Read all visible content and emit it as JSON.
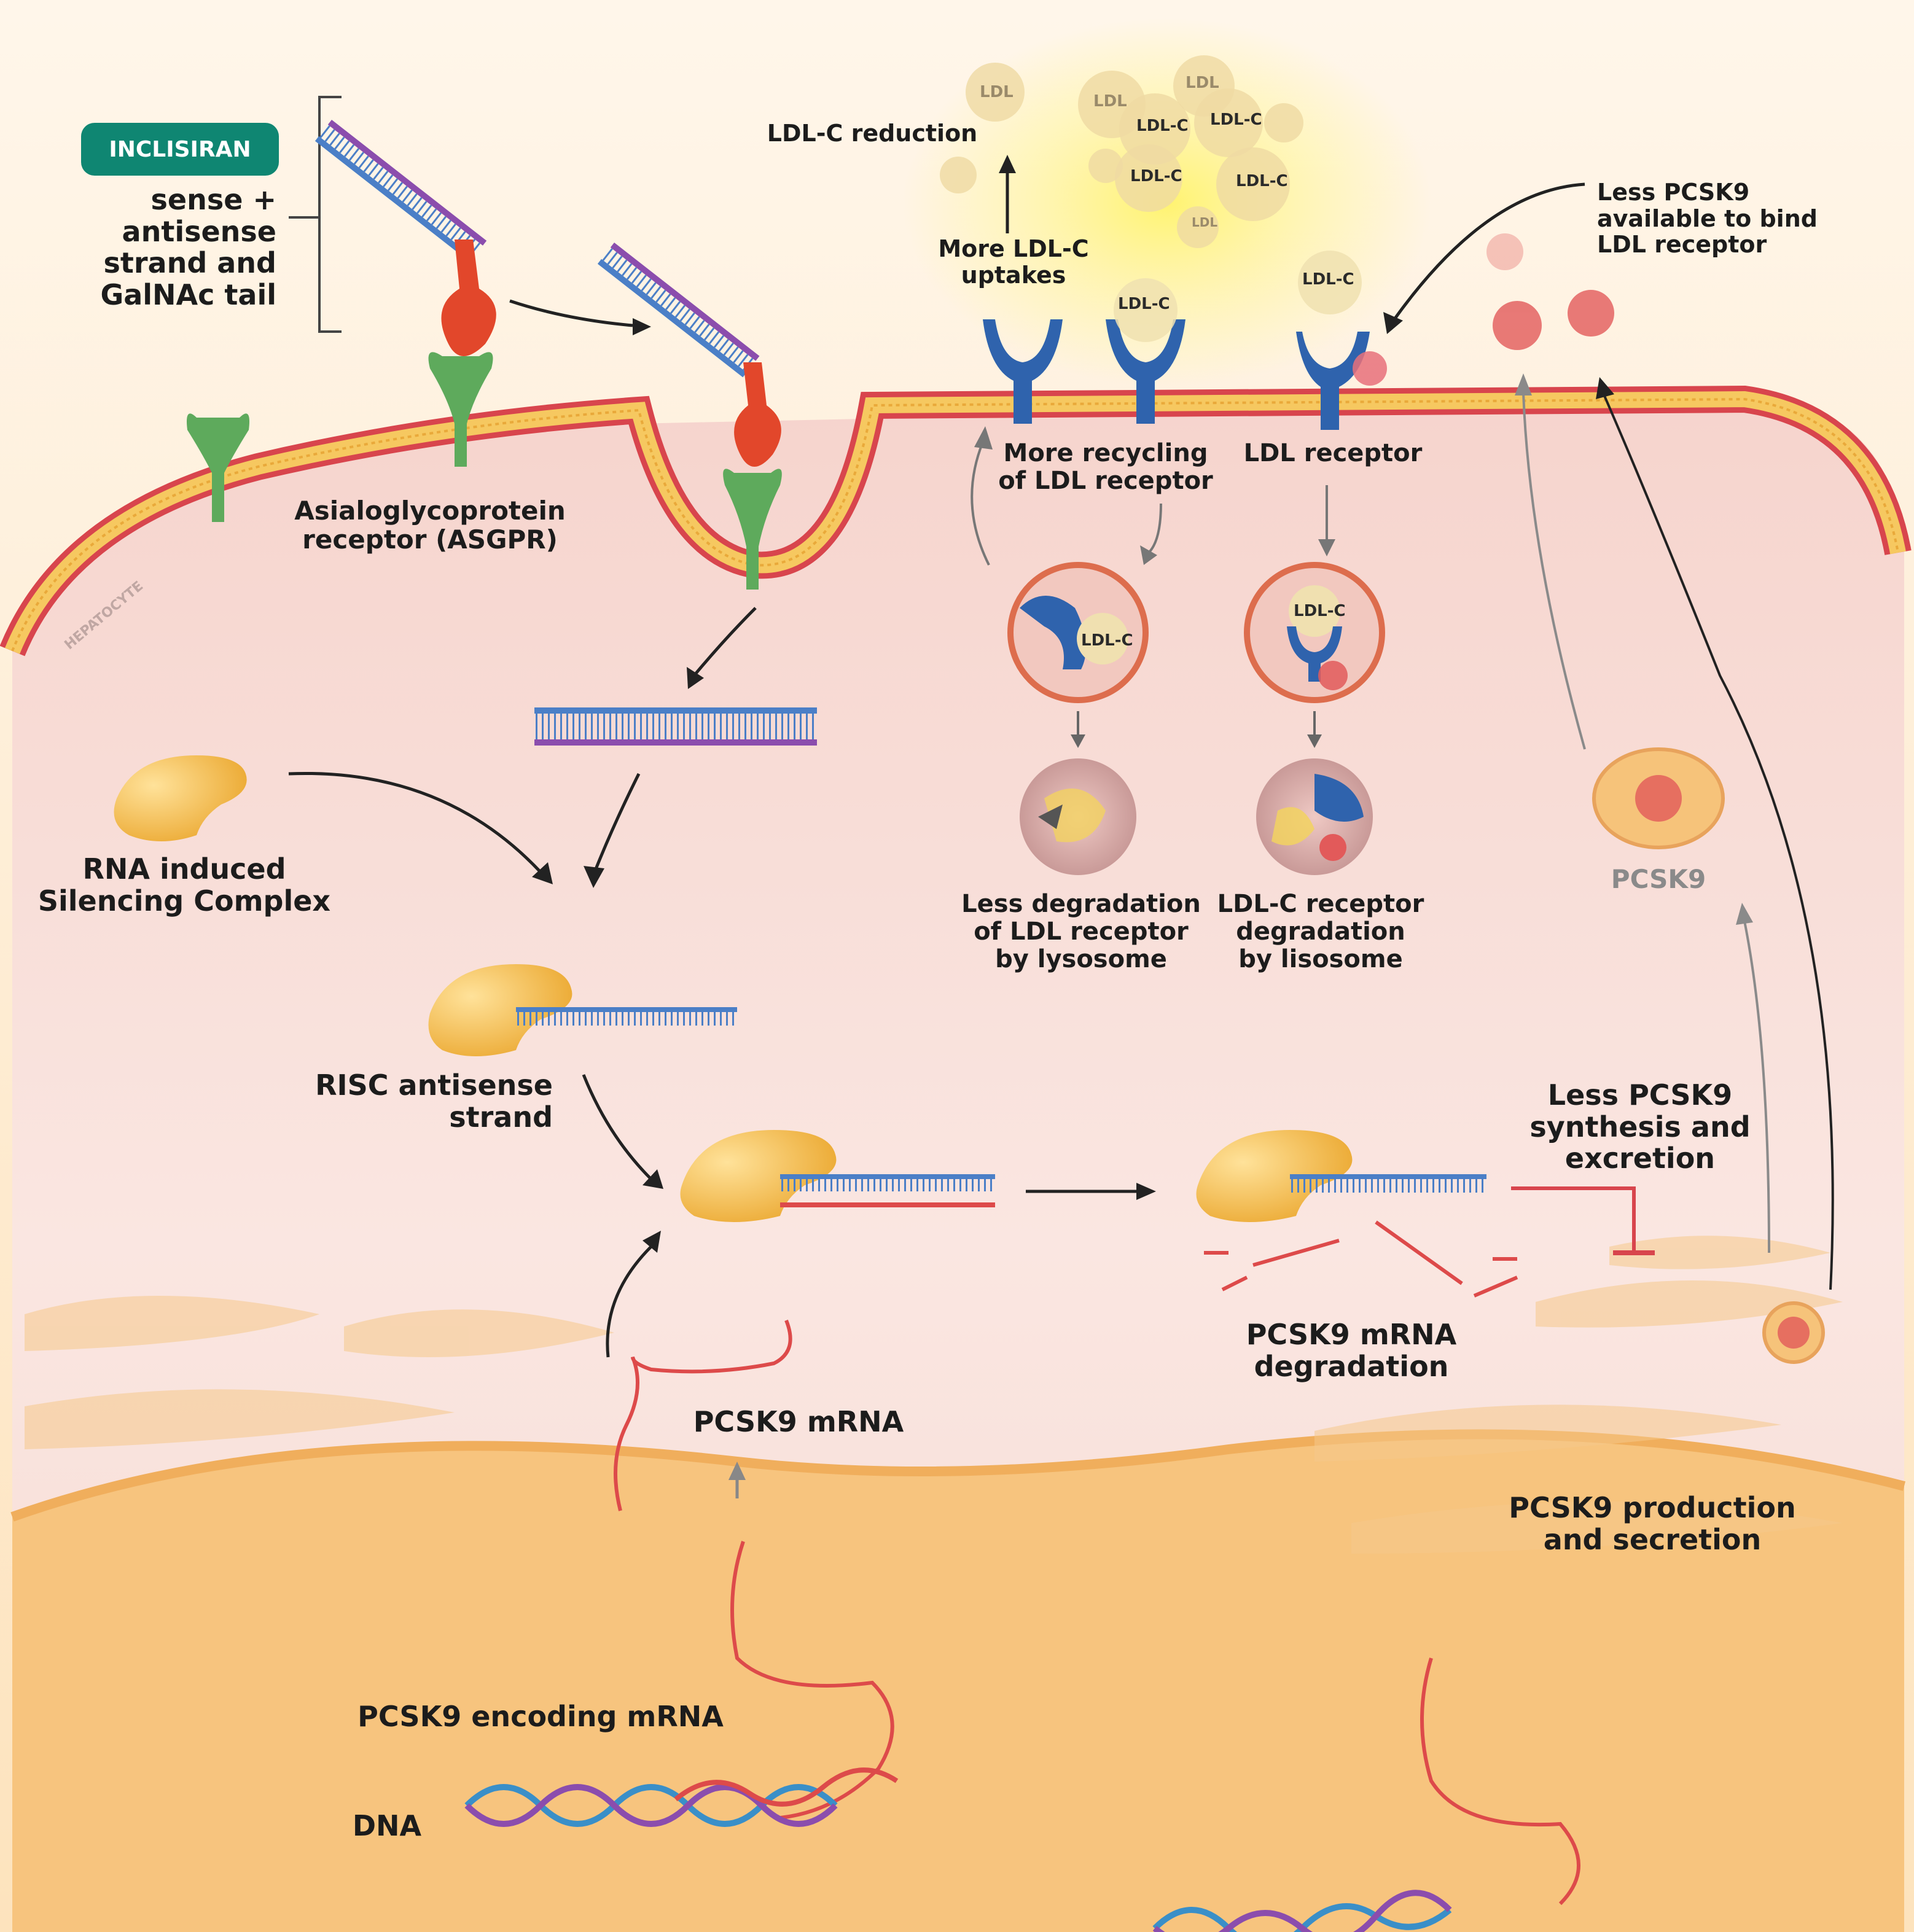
{
  "colors": {
    "background_top": "#fde7c5",
    "cell_interior": "#f8dcd6",
    "membrane": "#d8454d",
    "membrane_core": "#f1c24a",
    "asgpr": "#5eaa5c",
    "galnac_tail": "#e2472b",
    "sense_strand": "#8b4dad",
    "antisense_strand": "#4b7fc7",
    "mrna": "#dd4a4a",
    "risc": "#f2b63d",
    "ldl_receptor": "#2f63ad",
    "ldl_glow": "#fff58a",
    "nucleus": "#f7c47e",
    "badge": "#0f8672"
  },
  "badge": {
    "label": "INCLISIRAN"
  },
  "labels": {
    "sense_antisense": "sense +\nantisense\nstrand and\nGalNAc tail",
    "asgpr": "Asialoglycoprotein\nreceptor (ASGPR)",
    "hepatocyte": "HEPATOCYTE",
    "risc_complex": "RNA induced\nSilencing Complex",
    "risc_antisense": "RISC antisense\nstrand",
    "ldl_c_reduction": "LDL-C reduction",
    "more_uptakes": "More LDL-C\nuptakes",
    "more_recycling": "More recycling\nof LDL receptor",
    "ldl_receptor": "LDL receptor",
    "less_pcsk9_bind": "Less PCSK9\navailable to bind\nLDL receptor",
    "less_degradation": "Less degradation\nof LDL receptor\nby lysosome",
    "ldlc_receptor_degradation": "LDL-C receptor\ndegradation\nby lisosome",
    "pcsk9": "PCSK9",
    "less_synthesis": "Less PCSK9\nsynthesis and\nexcretion",
    "mrna_degradation": "PCSK9 mRNA\ndegradation",
    "pcsk9_mrna": "PCSK9 mRNA",
    "production": "PCSK9 production\nand secretion",
    "encoding_mrna": "PCSK9 encoding mRNA",
    "dna": "DNA"
  },
  "particles": {
    "ldl_c": "LDL-C",
    "ldl": "LDL"
  }
}
